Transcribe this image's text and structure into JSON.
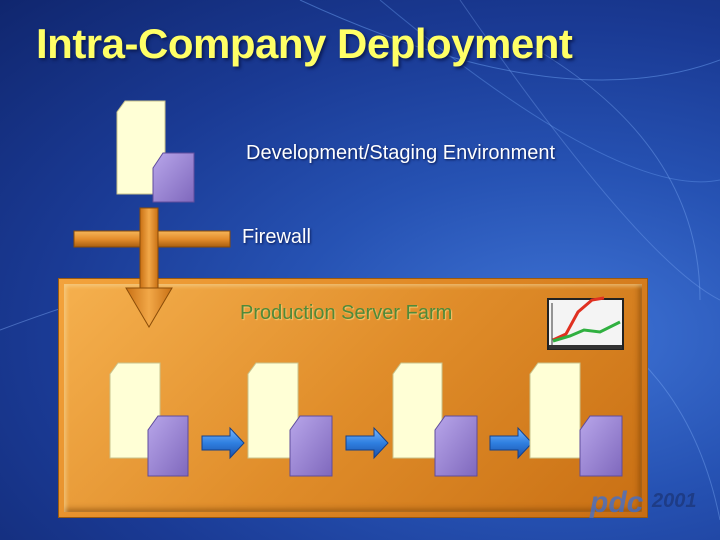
{
  "slide": {
    "title": "Intra-Company Deployment",
    "labels": {
      "development": "Development/Staging Environment",
      "firewall": "Firewall",
      "production": "Production Server Farm"
    },
    "logo": {
      "mark": "pdc",
      "year": "2001"
    }
  },
  "colors": {
    "title": "#ffff66",
    "server_body": "#ffffd6",
    "server_database": "#9b87d3",
    "firewall_bar": "#e58e2c",
    "arrow_blue": "#2f7fe0",
    "farm_orange": "#e08d2a",
    "chart_red": "#e03020",
    "chart_green": "#30b040"
  },
  "icons": [
    "server-icon",
    "database-icon",
    "deploy-arrow-icon",
    "flow-arrow-icon",
    "performance-chart-icon"
  ]
}
